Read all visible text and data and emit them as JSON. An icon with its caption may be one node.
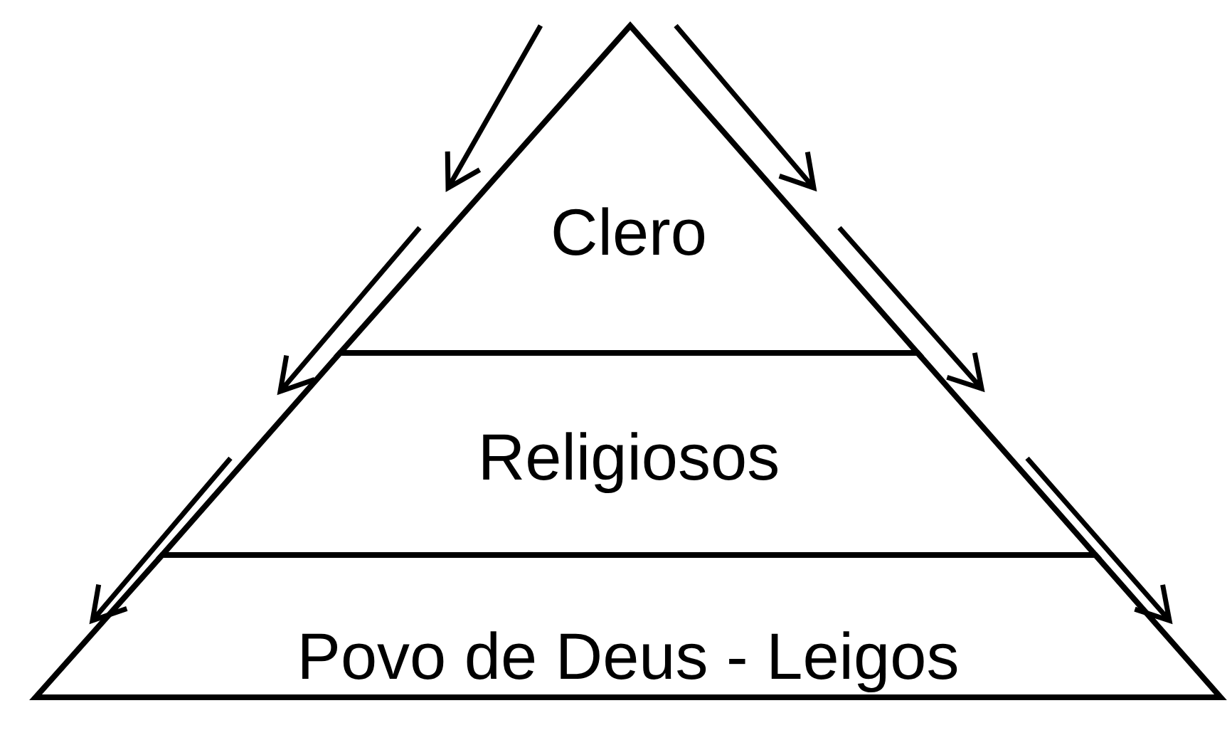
{
  "diagram": {
    "nodes": [
      {
        "text": [
          "Clero"
        ]
      },
      {
        "text": [
          "Religiosos"
        ]
      },
      {
        "text": [
          "Povo de Deus - Leigos"
        ]
      }
    ]
  }
}
